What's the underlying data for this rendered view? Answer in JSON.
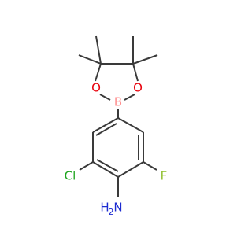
{
  "molecule": {
    "atoms": {
      "o_left": {
        "symbol": "O",
        "color": "#e8000b"
      },
      "o_right": {
        "symbol": "O",
        "color": "#e8000b"
      },
      "boron": {
        "symbol": "B",
        "color": "#ff8c8c"
      },
      "chlorine": {
        "symbol": "Cl",
        "color": "#1fa51f"
      },
      "fluorine": {
        "symbol": "F",
        "color": "#8fbf2c"
      },
      "amine_n": {
        "symbol": "N",
        "color": "#1c2bd1"
      },
      "amine_h": {
        "symbol": "H",
        "color": "#1c2bd1"
      },
      "amine_h_count": {
        "symbol": "2",
        "color": "#1c2bd1"
      }
    },
    "bond_color": "#3a3a3a"
  }
}
